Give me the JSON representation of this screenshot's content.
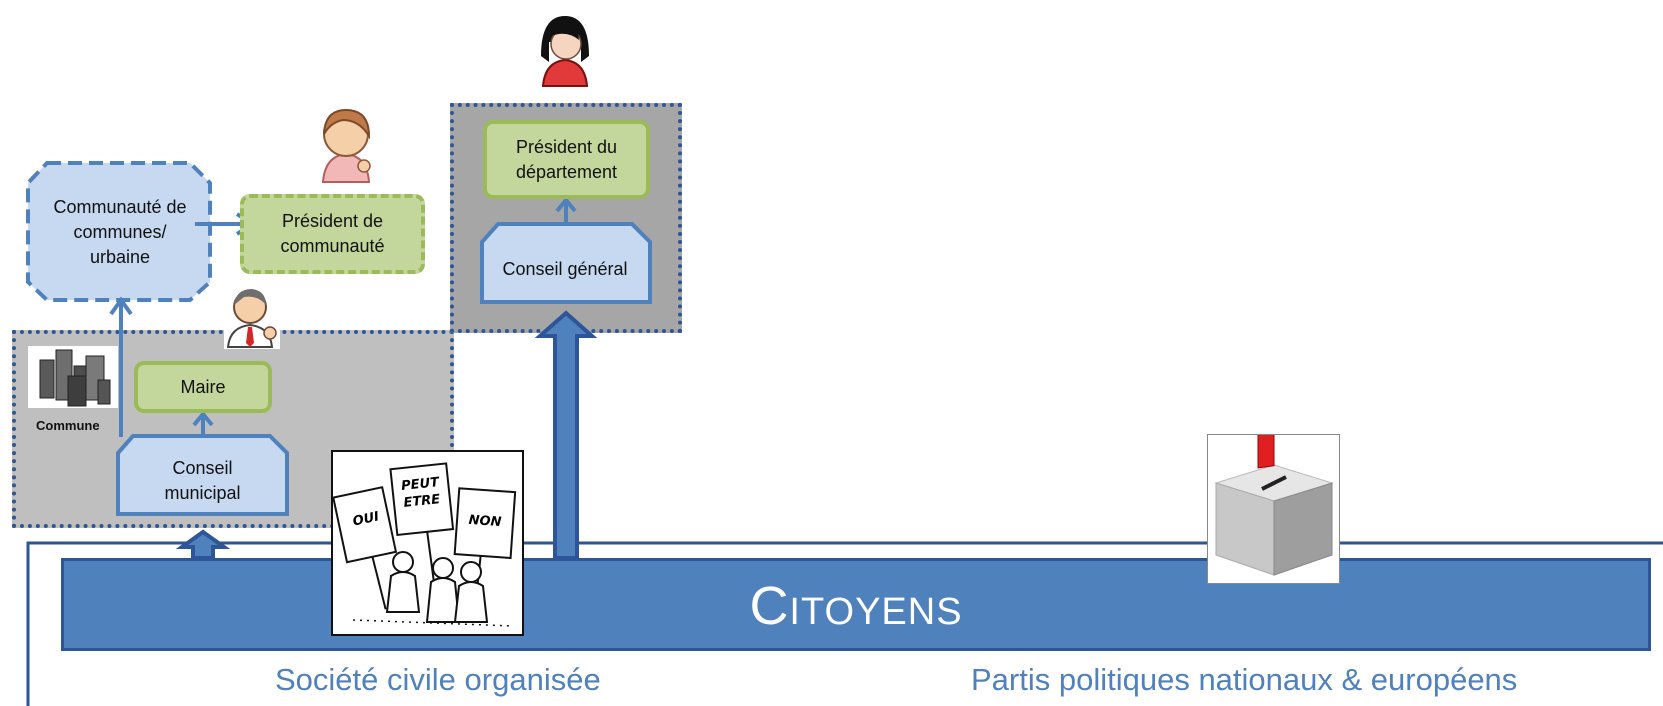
{
  "nodes": {
    "communaute": "Communauté de communes/ urbaine",
    "president_communaute": "Président de communauté",
    "maire": "Maire",
    "conseil_municipal": "Conseil municipal",
    "president_departement": "Président du département",
    "conseil_general": "Conseil général",
    "commune_label": "Commune",
    "citoyens": "Citoyens"
  },
  "bottom": {
    "societe_civile": "Société civile organisée",
    "partis": "Partis politiques nationaux & européens"
  },
  "placards": [
    "OUI",
    "PEUT ETRE",
    "NON"
  ],
  "icons": [
    "commune-buildings-icon",
    "ballot-box-icon",
    "protest-icon",
    "person-icon"
  ],
  "colors": {
    "citizens_blue": "#4f81bd",
    "dark_blue": "#2e5597",
    "green_fill": "#c3d69b",
    "green_border": "#9bbb59",
    "light_blue_fill": "#c6d9f1",
    "zone_gray": "#bfbfbf",
    "zone_dark_gray": "#a6a6a6"
  }
}
